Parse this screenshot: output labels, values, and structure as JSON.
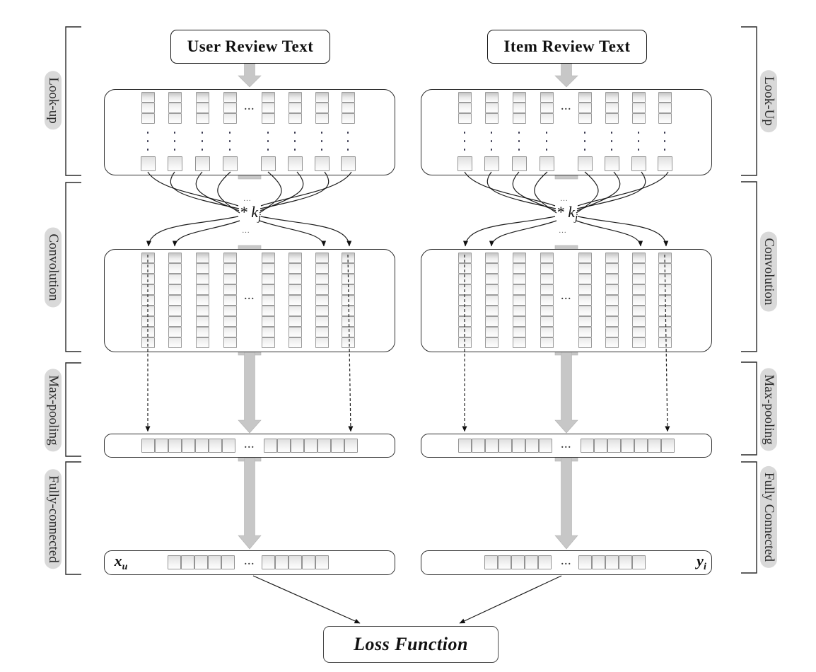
{
  "stages_left": [
    {
      "label": "Look-up"
    },
    {
      "label": "Convolution"
    },
    {
      "label": "Max-pooling"
    },
    {
      "label": "Fully-connected"
    }
  ],
  "stages_right": [
    {
      "label": "Look-Up"
    },
    {
      "label": "Convolution"
    },
    {
      "label": "Max-pooling"
    },
    {
      "label": "Fully Connected"
    }
  ],
  "panels": [
    {
      "id": "user",
      "title": "User Review Text",
      "kernel": {
        "star_k": "* k",
        "sub": "j"
      },
      "output": {
        "base": "x",
        "sub": "u",
        "side": "left"
      }
    },
    {
      "id": "item",
      "title": "Item Review Text",
      "kernel": {
        "star_k": "* k",
        "sub": "j"
      },
      "output": {
        "base": "y",
        "sub": "i",
        "side": "right"
      }
    }
  ],
  "loss": {
    "label": "Loss Function"
  },
  "ellipsis": "...",
  "diagram": {
    "lookup_columns": 8,
    "lookup_cells_per_column": 3,
    "lookup_dots_per_column": 3,
    "conv_columns": 8,
    "conv_cells_per_column": 9,
    "maxpool_groups": 2,
    "maxpool_cells_per_group": 7,
    "fc_groups": 2,
    "fc_cells_per_group": 5
  },
  "colors": {
    "arrow_gray": "#c7c7c7",
    "pill_gray": "#d9d9d9",
    "line_black": "#1c1c1c",
    "cell_border": "#9c9c9c"
  }
}
